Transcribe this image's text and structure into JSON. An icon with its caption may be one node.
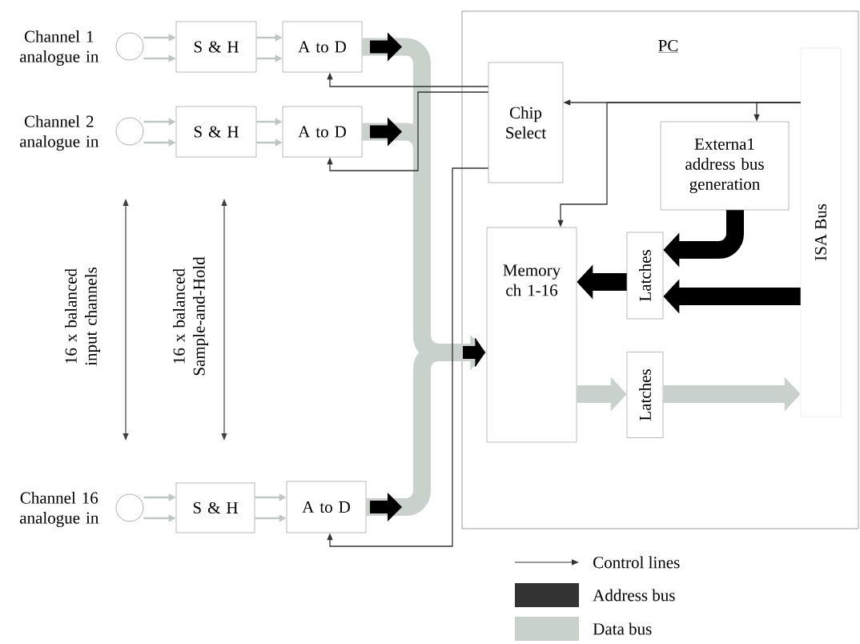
{
  "diagram": {
    "nodes": [
      {
        "text": [
          "PC"
        ]
      },
      {
        "text": [],
        "shape": "circle",
        "beside": [
          "Channel 1 analogue in"
        ]
      },
      {
        "text": [
          "S & H"
        ]
      },
      {
        "text": [
          "A to D"
        ]
      },
      {
        "text": [],
        "shape": "circle",
        "beside": [
          "Channel 2 analogue in"
        ]
      },
      {
        "text": [
          "S & H"
        ]
      },
      {
        "text": [
          "A to D"
        ]
      },
      {
        "text": [],
        "shape": "circle",
        "beside": [
          "Channel 16 analogue in"
        ]
      },
      {
        "text": [
          "S & H"
        ]
      },
      {
        "text": [
          "A to D"
        ]
      },
      {
        "text": [
          "Chip Select"
        ],
        "in": 0
      },
      {
        "text": [
          "Externa1 address bus generation"
        ],
        "in": 0
      },
      {
        "text": [
          "Memory ch 1-16"
        ],
        "in": 0
      },
      {
        "text": [
          "Latches"
        ],
        "in": 0
      },
      {
        "text": [
          "Latches"
        ],
        "in": 0
      },
      {
        "text": [
          "ISA Bus"
        ],
        "in": 0
      }
    ],
    "edges": [
      {
        "from": 1,
        "to": 2,
        "arrow": "to",
        "color": "#bcc7c0"
      },
      {
        "from": 1,
        "to": 2,
        "arrow": "to",
        "color": "#bcc7c0"
      },
      {
        "from": 2,
        "to": 3,
        "arrow": "to",
        "color": "#bcc7c0"
      },
      {
        "from": 2,
        "to": 3,
        "arrow": "to",
        "color": "#bcc7c0"
      },
      {
        "from": 4,
        "to": 5,
        "arrow": "to",
        "color": "#bcc7c0"
      },
      {
        "from": 4,
        "to": 5,
        "arrow": "to",
        "color": "#bcc7c0"
      },
      {
        "from": 5,
        "to": 6,
        "arrow": "to",
        "color": "#bcc7c0"
      },
      {
        "from": 5,
        "to": 6,
        "arrow": "to",
        "color": "#bcc7c0"
      },
      {
        "from": 7,
        "to": 8,
        "arrow": "to",
        "color": "#bcc7c0"
      },
      {
        "from": 7,
        "to": 8,
        "arrow": "to",
        "color": "#bcc7c0"
      },
      {
        "from": 8,
        "to": 9,
        "arrow": "to",
        "color": "#bcc7c0"
      },
      {
        "from": 8,
        "to": 9,
        "arrow": "to",
        "color": "#bcc7c0"
      },
      {
        "from": 3,
        "to": 12,
        "arrow": "to",
        "style": "thick",
        "color": "#c8d2cb"
      },
      {
        "from": 6,
        "to": 12,
        "arrow": "to",
        "style": "thick",
        "color": "#c8d2cb"
      },
      {
        "from": 9,
        "to": 12,
        "arrow": "to",
        "style": "thick",
        "color": "#c8d2cb"
      },
      {
        "from": 12,
        "to": 14,
        "arrow": "to",
        "style": "thick",
        "color": "#c8d2cb"
      },
      {
        "from": 14,
        "to": 15,
        "arrow": "to",
        "style": "thick",
        "color": "#c8d2cb"
      },
      {
        "from": 11,
        "to": 13,
        "arrow": "to",
        "style": "thick",
        "color": "#000000"
      },
      {
        "from": 15,
        "to": 13,
        "arrow": "to",
        "style": "thick",
        "color": "#000000"
      },
      {
        "from": 13,
        "to": 12,
        "arrow": "to",
        "style": "thick",
        "color": "#000000"
      },
      {
        "from": 15,
        "to": 10,
        "arrow": "to",
        "color": "#333333"
      },
      {
        "from": 15,
        "to": 11,
        "arrow": "to",
        "color": "#333333"
      },
      {
        "from": 15,
        "to": 12,
        "arrow": "to",
        "color": "#333333"
      },
      {
        "from": 10,
        "to": 3,
        "arrow": "to",
        "color": "#333333"
      },
      {
        "from": 10,
        "to": 6,
        "arrow": "to",
        "color": "#333333"
      },
      {
        "from": 10,
        "to": 9,
        "arrow": "to",
        "color": "#333333"
      }
    ],
    "labels": [
      "16 x balanced input channels",
      "16 x balanced Sample-and-Hold"
    ],
    "legend": [
      {
        "text": "Control lines"
      },
      {
        "text": "Address bus",
        "color": "#333333"
      },
      {
        "text": "Data bus",
        "color": "#c8d2cb"
      }
    ]
  }
}
